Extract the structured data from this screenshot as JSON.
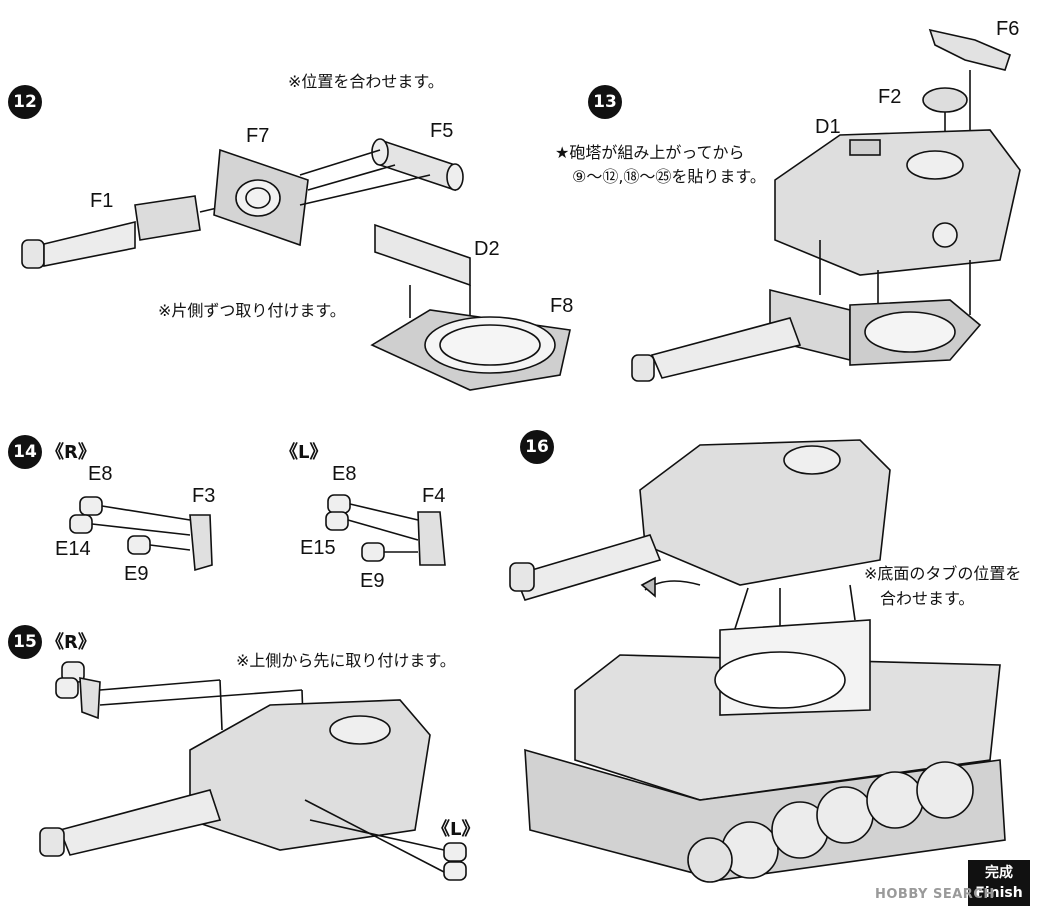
{
  "steps": {
    "s12": {
      "number": "12",
      "note_top": "※位置を合わせます。",
      "note_bottom": "※片側ずつ取り付けます。",
      "parts": [
        "F7",
        "F5",
        "F1",
        "D2",
        "F8"
      ]
    },
    "s13": {
      "number": "13",
      "note_line1": "★砲塔が組み上がってから",
      "note_line2": "⑨～⑫,⑱～㉕を貼ります。",
      "parts": [
        "F6",
        "F2",
        "D1"
      ]
    },
    "s14": {
      "number": "14",
      "right": {
        "side": "《R》",
        "parts": [
          "E8",
          "F3",
          "E14",
          "E9"
        ]
      },
      "left": {
        "side": "《L》",
        "parts": [
          "E8",
          "F4",
          "E15",
          "E9"
        ]
      }
    },
    "s15": {
      "number": "15",
      "side_r": "《R》",
      "side_l": "《L》",
      "note": "※上側から先に取り付けます。"
    },
    "s16": {
      "number": "16",
      "note_line1": "※底面のタブの位置を",
      "note_line2": "合わせます。"
    }
  },
  "finish": {
    "line1": "完成",
    "line2": "Finish"
  },
  "watermark": "HOBBY SEARCH"
}
